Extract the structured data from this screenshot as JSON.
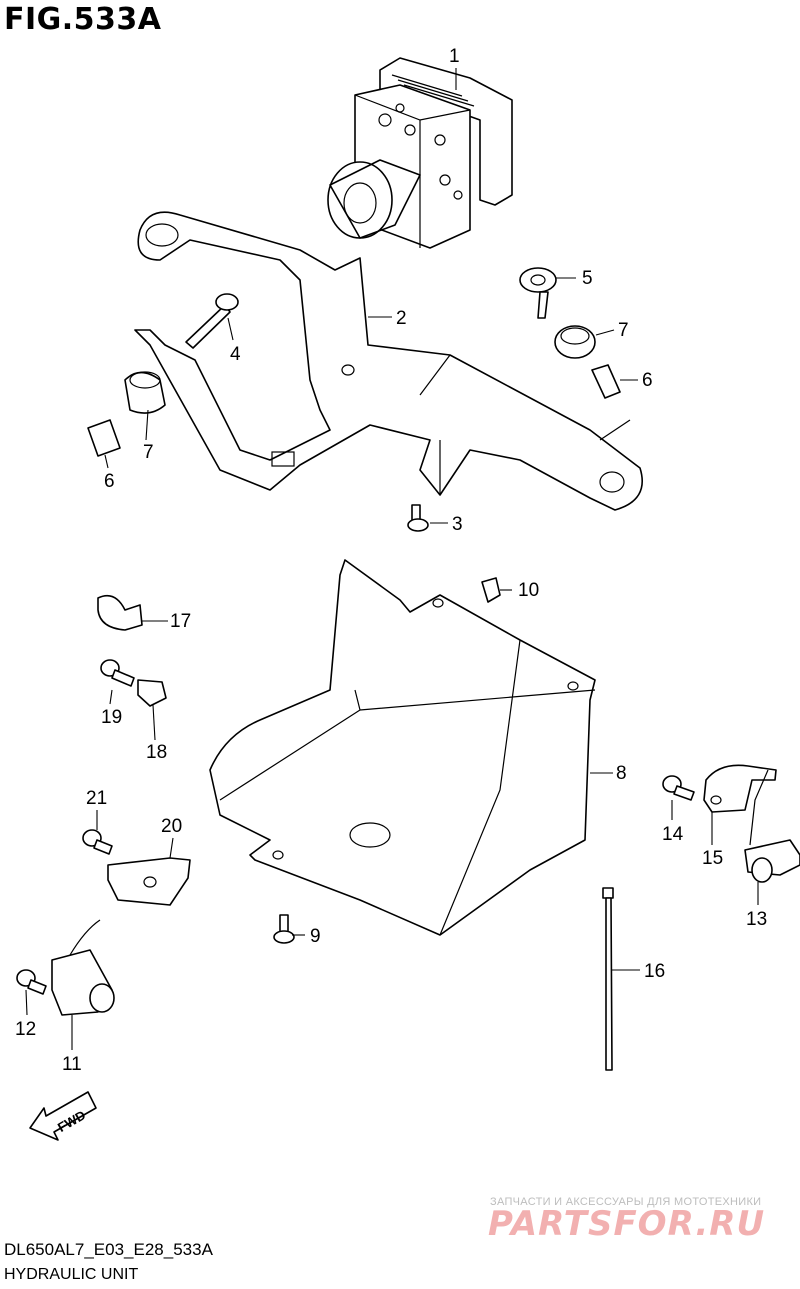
{
  "figure": {
    "title": "FIG.533A",
    "code": "DL650AL7_E03_E28_533A",
    "name": "HYDRAULIC UNIT"
  },
  "callouts": [
    "1",
    "2",
    "3",
    "4",
    "5",
    "6",
    "7",
    "8",
    "9",
    "10",
    "11",
    "12",
    "13",
    "14",
    "15",
    "16",
    "17",
    "18",
    "19",
    "20",
    "21"
  ],
  "callouts_repeat": {
    "six_b": "6",
    "seven_b": "7"
  },
  "fwd_arrow": "FWD",
  "watermark": {
    "subtitle": "ЗАПЧАСТИ И АКСЕССУАРЫ ДЛЯ МОТОТЕХНИКИ",
    "logo_text": "PARTSFOR.RU"
  }
}
